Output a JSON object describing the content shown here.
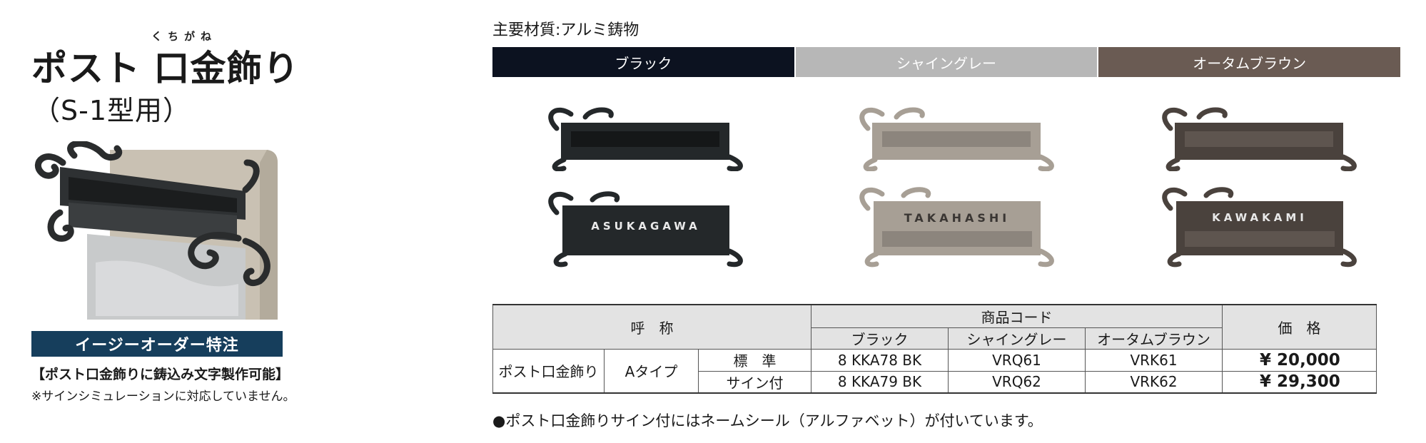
{
  "title": {
    "main": "ポスト 口金飾り",
    "ruby": "くちがね",
    "subtitle": "（S-1型用）"
  },
  "badge": "イージーオーダー特注",
  "feature": "【ポスト口金飾りに鋳込み文字製作可能】",
  "note_left": "※サインシミュレーションに対応していません。",
  "material": "主要材質:アルミ鋳物",
  "colors": [
    {
      "label": "ブラック",
      "hex": "#0c1220",
      "plate_hex": "#24282a"
    },
    {
      "label": "シャイングレー",
      "hex": "#b7b7b7",
      "plate_hex": "#a79f95"
    },
    {
      "label": "オータムブラウン",
      "hex": "#6a5b53",
      "plate_hex": "#4a423d"
    }
  ],
  "plates": [
    {
      "sign": "ASUKAGAWA"
    },
    {
      "sign": "TAKAHASHI"
    },
    {
      "sign": "KAWAKAMI"
    }
  ],
  "table": {
    "header_name": "呼　称",
    "header_code": "商品コード",
    "header_price": "価　格",
    "code_cols": [
      "ブラック",
      "シャイングレー",
      "オータムブラウン"
    ],
    "product": "ポスト口金飾り",
    "type": "Aタイプ",
    "rows": [
      {
        "variant": "標　準",
        "codes": [
          "8 KKA78 BK",
          "VRQ61",
          "VRK61"
        ],
        "price": "¥ 20,000"
      },
      {
        "variant": "サイン付",
        "codes": [
          "8 KKA79 BK",
          "VRQ62",
          "VRK62"
        ],
        "price": "¥ 29,300"
      }
    ]
  },
  "footnote": "●ポスト口金飾りサイン付にはネームシール（アルファベット）が付いています。"
}
